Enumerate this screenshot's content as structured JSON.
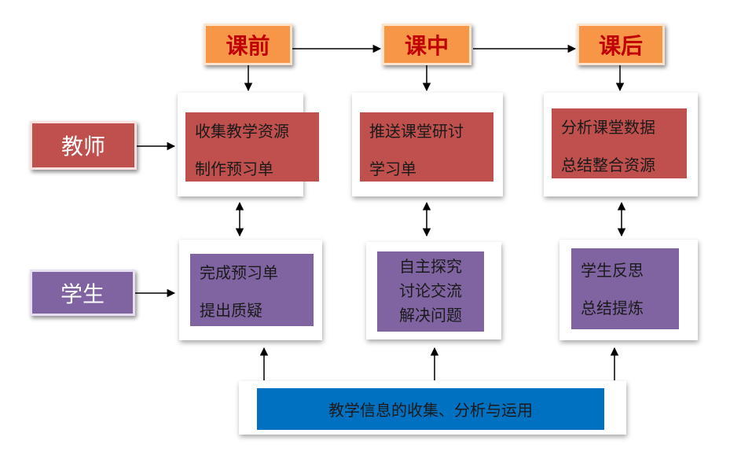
{
  "phases": {
    "before": "课前",
    "during": "课中",
    "after": "课后"
  },
  "roles": {
    "teacher": "教师",
    "student": "学生"
  },
  "teacher_tasks": {
    "before": [
      "收集教学资源",
      "制作预习单"
    ],
    "during": [
      "推送课堂研讨",
      "学习单"
    ],
    "after": [
      "分析课堂数据",
      "总结整合资源"
    ]
  },
  "student_tasks": {
    "before": [
      "完成预习单",
      "提出质疑"
    ],
    "during": [
      "自主探究",
      "讨论交流",
      "解决问题"
    ],
    "after": [
      "学生反思",
      "总结提炼"
    ]
  },
  "info_bar": "教学信息的收集、分析与运用",
  "colors": {
    "phase_fill": "#f79646",
    "phase_text": "#c00000",
    "teacher_fill": "#c0504d",
    "student_fill": "#8064a2",
    "info_fill": "#0070c0"
  }
}
